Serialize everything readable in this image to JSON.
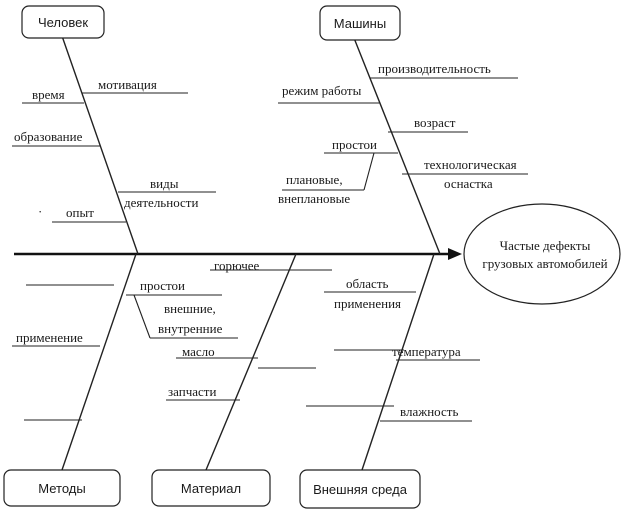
{
  "effect": {
    "line1": "Частые дефекты",
    "line2": "грузовых автомобилей"
  },
  "categories": {
    "man": "Человек",
    "machines": "Машины",
    "methods": "Методы",
    "material": "Материал",
    "environment": "Внешняя среда"
  },
  "causes": {
    "man": {
      "motivation": "мотивация",
      "time": "время",
      "education": "образование",
      "activity_line1": "виды",
      "activity_line2": "деятельности",
      "experience": "опыт"
    },
    "machines": {
      "productivity": "производительность",
      "mode": "режим работы",
      "age": "возраст",
      "downtime": "простои",
      "tooling_line1": "технологическая",
      "tooling_line2": "оснастка",
      "planned_line1": "плановые,",
      "planned_line2": "внеплановые"
    },
    "methods": {
      "downtime": "простои",
      "ext_line1": "внешние,",
      "ext_line2": "внутренние",
      "application": "применение"
    },
    "material": {
      "fuel": "горючее",
      "oil": "масло",
      "parts": "запчасти"
    },
    "environment": {
      "scope_line1": "область",
      "scope_line2": "применения",
      "temperature": "температура",
      "humidity": "влажность"
    }
  }
}
